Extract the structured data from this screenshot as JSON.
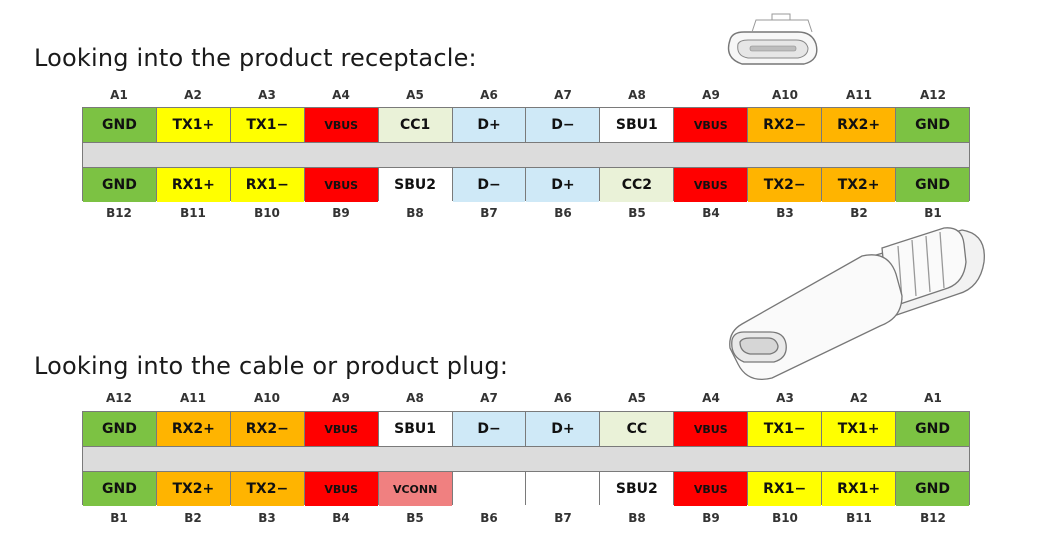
{
  "receptacle": {
    "title": "Looking into the product receptacle:",
    "top_labels": [
      "A1",
      "A2",
      "A3",
      "A4",
      "A5",
      "A6",
      "A7",
      "A8",
      "A9",
      "A10",
      "A11",
      "A12"
    ],
    "top_pins": [
      {
        "label": "GND",
        "color": "green"
      },
      {
        "label": "TX1+",
        "color": "yellow"
      },
      {
        "label": "TX1−",
        "color": "yellow"
      },
      {
        "label": "VBUS",
        "color": "red",
        "vbus": true
      },
      {
        "label": "CC1",
        "color": "cream"
      },
      {
        "label": "D+",
        "color": "blue"
      },
      {
        "label": "D−",
        "color": "blue"
      },
      {
        "label": "SBU1",
        "color": "white"
      },
      {
        "label": "VBUS",
        "color": "red",
        "vbus": true
      },
      {
        "label": "RX2−",
        "color": "orange"
      },
      {
        "label": "RX2+",
        "color": "orange"
      },
      {
        "label": "GND",
        "color": "green"
      }
    ],
    "bottom_pins": [
      {
        "label": "GND",
        "color": "green"
      },
      {
        "label": "RX1+",
        "color": "yellow"
      },
      {
        "label": "RX1−",
        "color": "yellow"
      },
      {
        "label": "VBUS",
        "color": "red",
        "vbus": true
      },
      {
        "label": "SBU2",
        "color": "white"
      },
      {
        "label": "D−",
        "color": "blue"
      },
      {
        "label": "D+",
        "color": "blue"
      },
      {
        "label": "CC2",
        "color": "cream"
      },
      {
        "label": "VBUS",
        "color": "red",
        "vbus": true
      },
      {
        "label": "TX2−",
        "color": "orange"
      },
      {
        "label": "TX2+",
        "color": "orange"
      },
      {
        "label": "GND",
        "color": "green"
      }
    ],
    "bottom_labels": [
      "B12",
      "B11",
      "B10",
      "B9",
      "B8",
      "B7",
      "B6",
      "B5",
      "B4",
      "B3",
      "B2",
      "B1"
    ]
  },
  "plug": {
    "title": "Looking into the cable or product plug:",
    "top_labels": [
      "A12",
      "A11",
      "A10",
      "A9",
      "A8",
      "A7",
      "A6",
      "A5",
      "A4",
      "A3",
      "A2",
      "A1"
    ],
    "top_pins": [
      {
        "label": "GND",
        "color": "green"
      },
      {
        "label": "RX2+",
        "color": "orange"
      },
      {
        "label": "RX2−",
        "color": "orange"
      },
      {
        "label": "VBUS",
        "color": "red",
        "vbus": true
      },
      {
        "label": "SBU1",
        "color": "white"
      },
      {
        "label": "D−",
        "color": "blue"
      },
      {
        "label": "D+",
        "color": "blue"
      },
      {
        "label": "CC",
        "color": "cream"
      },
      {
        "label": "VBUS",
        "color": "red",
        "vbus": true
      },
      {
        "label": "TX1−",
        "color": "yellow"
      },
      {
        "label": "TX1+",
        "color": "yellow"
      },
      {
        "label": "GND",
        "color": "green"
      }
    ],
    "bottom_pins": [
      {
        "label": "GND",
        "color": "green"
      },
      {
        "label": "TX2+",
        "color": "orange"
      },
      {
        "label": "TX2−",
        "color": "orange"
      },
      {
        "label": "VBUS",
        "color": "red",
        "vbus": true
      },
      {
        "label": "VCONN",
        "color": "pink",
        "vbus": true
      },
      {
        "label": "",
        "color": "white"
      },
      {
        "label": "",
        "color": "white"
      },
      {
        "label": "SBU2",
        "color": "white"
      },
      {
        "label": "VBUS",
        "color": "red",
        "vbus": true
      },
      {
        "label": "RX1−",
        "color": "yellow"
      },
      {
        "label": "RX1+",
        "color": "yellow"
      },
      {
        "label": "GND",
        "color": "green"
      }
    ],
    "bottom_labels": [
      "B1",
      "B2",
      "B3",
      "B4",
      "B5",
      "B6",
      "B7",
      "B8",
      "B9",
      "B10",
      "B11",
      "B12"
    ]
  },
  "colors": {
    "green": "#7cc243",
    "yellow": "#ffff00",
    "red": "#ff0000",
    "cream": "#eaf2d8",
    "blue": "#cfe9f7",
    "white": "#ffffff",
    "orange": "#ffb400",
    "pink": "#f08080"
  },
  "illustrations": [
    "usb-c-receptacle-icon",
    "usb-c-plug-cable-icon"
  ]
}
